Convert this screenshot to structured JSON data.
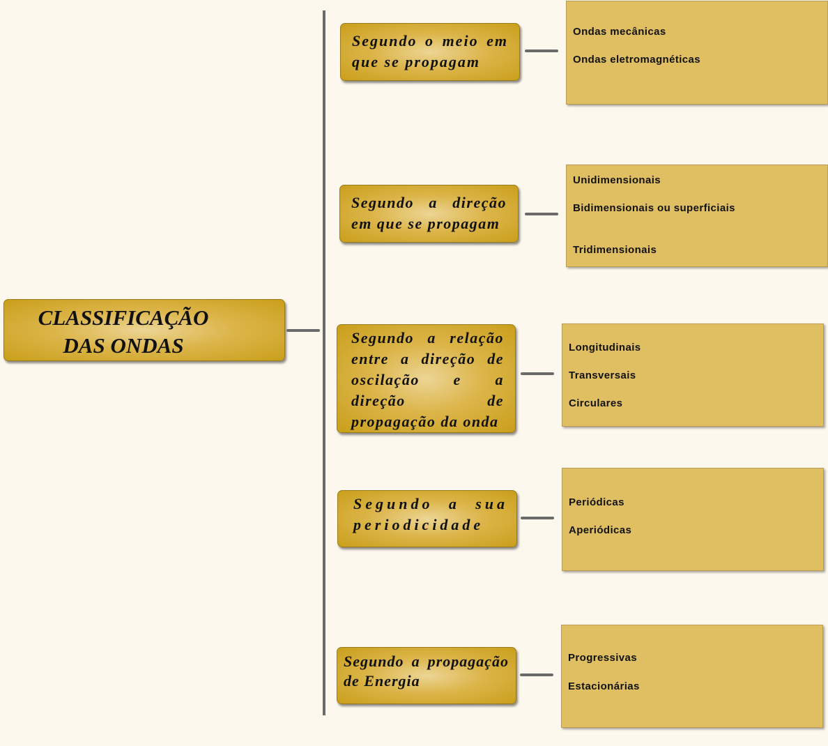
{
  "root": {
    "line1": "CLASSIFICAÇÃO",
    "line2": "DAS ONDAS"
  },
  "categories": [
    {
      "label": "Segundo o meio em que se propagam",
      "items": [
        "Ondas mecânicas",
        "Ondas eletromagnéticas"
      ]
    },
    {
      "label": "Segundo a direção em que se propagam",
      "items": [
        "Unidimensionais",
        "Bidimensionais  ou superficiais",
        "Tridimensionais"
      ]
    },
    {
      "label": "Segundo a relação entre a direção de oscilação e a direção de propagação da onda",
      "items": [
        "Longitudinais",
        "Transversais",
        "Circulares"
      ]
    },
    {
      "label": "Segundo a sua periodicidade",
      "items": [
        "Periódicas",
        "Aperiódicas"
      ]
    },
    {
      "label": "Segundo a propagação de Energia",
      "items": [
        "Progressivas",
        "Estacionárias"
      ]
    }
  ]
}
